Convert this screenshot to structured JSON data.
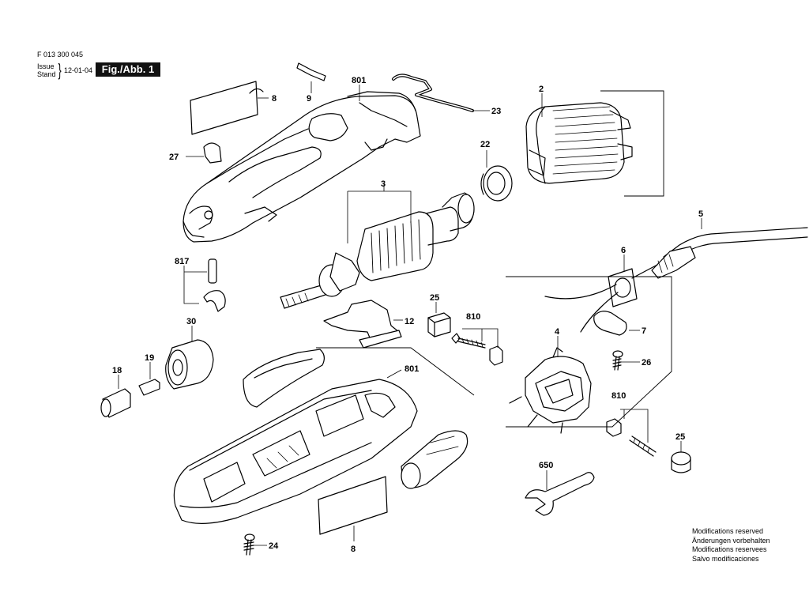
{
  "header": {
    "part_code": "F 013 300 045",
    "issue_label": "Issue",
    "stand_label": "Stand",
    "date": "12-01-04",
    "figure_label": "Fig./Abb. 1"
  },
  "notice": [
    "Modifications reserved",
    "Änderungen vorbehalten",
    "Modifications reservees",
    "Salvo modificaciones"
  ],
  "labels": {
    "p8_top": "8",
    "p9": "9",
    "p801_top": "801",
    "p23": "23",
    "p2": "2",
    "p27": "27",
    "p22": "22",
    "p3": "3",
    "p5": "5",
    "p817": "817",
    "p6": "6",
    "p25_a": "25",
    "p810_a": "810",
    "p12": "12",
    "p30": "30",
    "p7": "7",
    "p4": "4",
    "p19": "19",
    "p18": "18",
    "p26": "26",
    "p801_bottom": "801",
    "p810_b": "810",
    "p25_b": "25",
    "p650": "650",
    "p24": "24",
    "p8_bottom": "8"
  }
}
